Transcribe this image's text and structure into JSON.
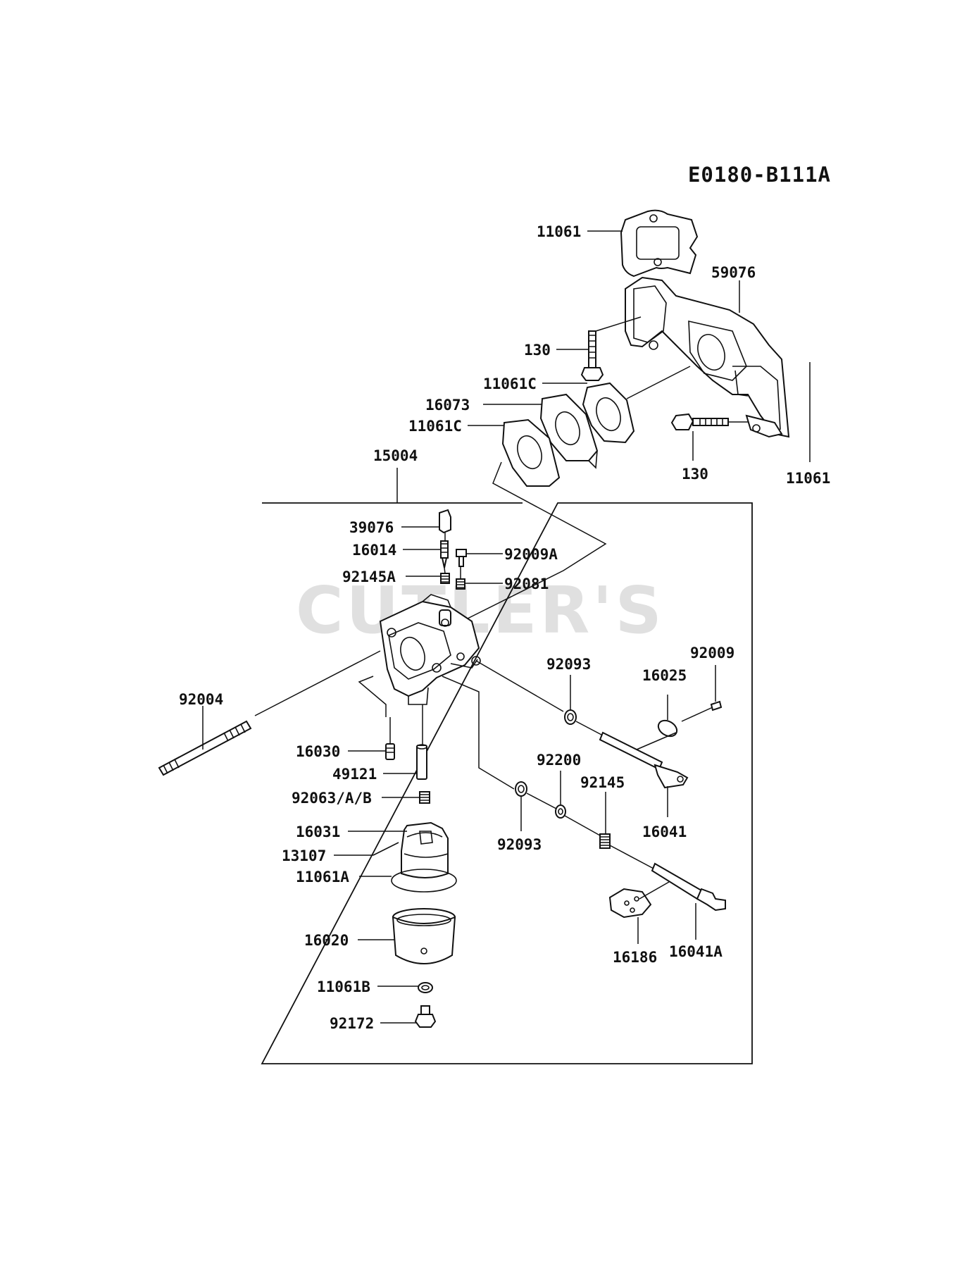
{
  "diagram_code": "E0180-B111A",
  "watermark": "CUTLER'S",
  "labels": {
    "l11061_top": "11061",
    "l59076": "59076",
    "l130_a": "130",
    "l11061c_a": "11061C",
    "l16073": "16073",
    "l11061c_b": "11061C",
    "l130_b": "130",
    "l11061_right": "11061",
    "l15004": "15004",
    "l39076": "39076",
    "l16014": "16014",
    "l92009a": "92009A",
    "l92145a": "92145A",
    "l92081": "92081",
    "l92004": "92004",
    "l92093_a": "92093",
    "l16025": "16025",
    "l92009": "92009",
    "l16030": "16030",
    "l49121": "49121",
    "l92063": "92063/A/B",
    "l92200": "92200",
    "l92145": "92145",
    "l16041": "16041",
    "l92093_b": "92093",
    "l16031": "16031",
    "l13107": "13107",
    "l11061a": "11061A",
    "l16020": "16020",
    "l16186": "16186",
    "l16041a": "16041A",
    "l11061b": "11061B",
    "l92172": "92172"
  }
}
